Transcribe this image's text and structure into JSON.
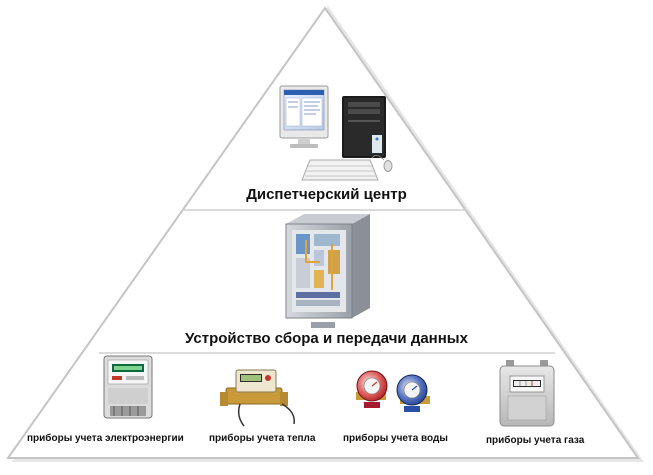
{
  "pyramid": {
    "levels": [
      {
        "id": "dispatch",
        "label": "Диспетчерский центр",
        "icon": "desktop-computer-icon"
      },
      {
        "id": "collector",
        "label": "Устройство сбора и передачи данных",
        "icon": "control-cabinet-icon"
      },
      {
        "id": "meters",
        "label": "",
        "icon": ""
      }
    ],
    "devices": [
      {
        "label": "приборы учета электроэнергии",
        "icon": "electricity-meter-icon"
      },
      {
        "label": "приборы учета тепла",
        "icon": "heat-meter-icon"
      },
      {
        "label": "приборы учета воды",
        "icon": "water-meter-icon"
      },
      {
        "label": "приборы учета газа",
        "icon": "gas-meter-icon"
      }
    ],
    "colors": {
      "outline": "#c9c9c9",
      "shadow": "#e3e3e3",
      "fill": "#ffffff",
      "water_red": "#c8242b",
      "water_blue": "#2b4fa6",
      "brass": "#c99a3a"
    }
  }
}
